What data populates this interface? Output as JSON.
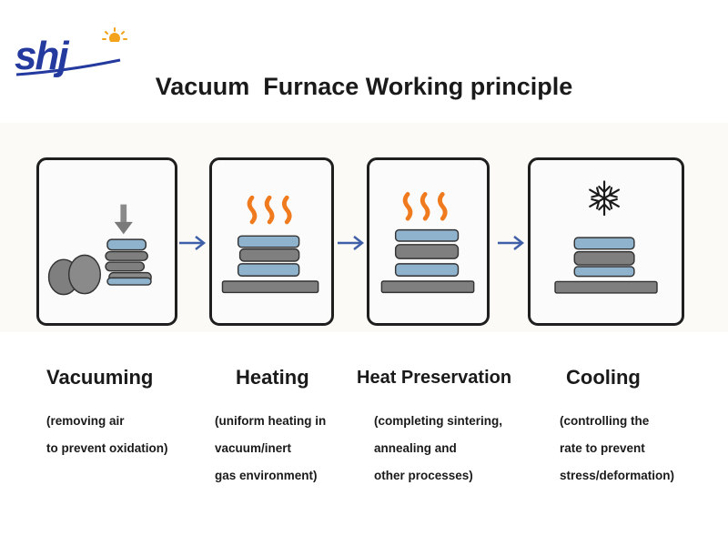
{
  "logo": {
    "text": "shj"
  },
  "title": "Vacuum  Furnace Working principle",
  "colors": {
    "logo_blue": "#243a9e",
    "logo_sun": "#f2a31b",
    "plate_fill": "#8fb3cc",
    "base_fill": "#7f7f7f",
    "heat_orange": "#f07a1e",
    "arrow_blue": "#3f5fa8"
  },
  "steps": [
    {
      "name": "Vacuuming",
      "icon": "down-arrow-icon",
      "desc": [
        "(removing air",
        "to prevent oxidation)"
      ]
    },
    {
      "name": "Heating",
      "icon": "heat-waves-icon",
      "desc": [
        "(uniform heating in",
        "vacuum/inert",
        "gas environment)"
      ]
    },
    {
      "name": "Heat Preservation",
      "icon": "heat-waves-icon",
      "desc": [
        "(completing sintering,",
        "annealing and",
        "other processes)"
      ]
    },
    {
      "name": "Cooling",
      "icon": "snowflake-icon",
      "desc": [
        "(controlling the",
        "rate to prevent",
        "stress/deformation)"
      ]
    }
  ]
}
